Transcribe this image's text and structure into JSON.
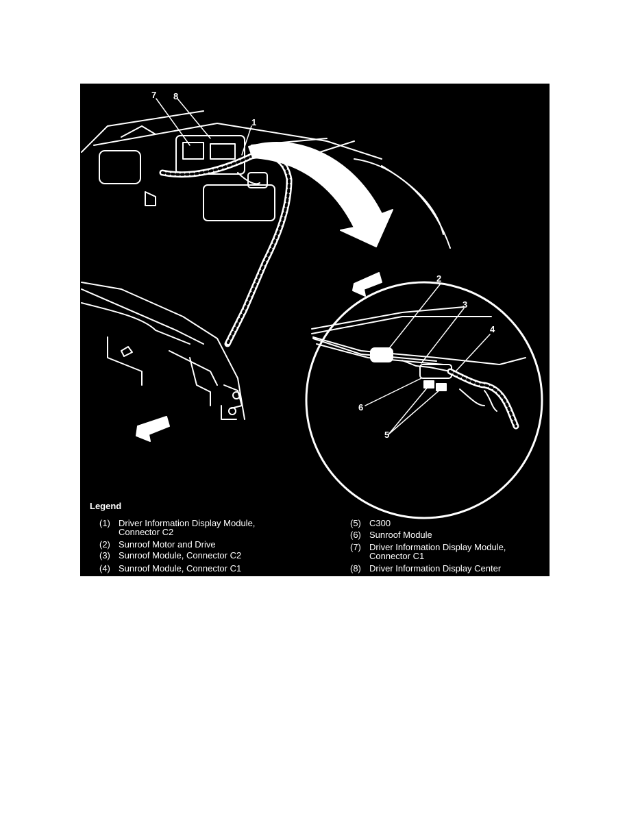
{
  "colors": {
    "page": "#ffffff",
    "figure_background": "#000000",
    "ink": "#ffffff"
  },
  "callouts": [
    "1",
    "2",
    "3",
    "4",
    "5",
    "6",
    "7",
    "8"
  ],
  "legend": {
    "title": "Legend",
    "items": [
      {
        "num": "(1)",
        "line1": "Driver Information Display Module,",
        "line2": "Connector C2"
      },
      {
        "num": "(2)",
        "line1": "Sunroof Motor and Drive",
        "line2": ""
      },
      {
        "num": "(3)",
        "line1": "Sunroof Module, Connector C2",
        "line2": ""
      },
      {
        "num": "(4)",
        "line1": "Sunroof Module, Connector C1",
        "line2": ""
      },
      {
        "num": "(5)",
        "line1": "C300",
        "line2": ""
      },
      {
        "num": "(6)",
        "line1": "Sunroof Module",
        "line2": ""
      },
      {
        "num": "(7)",
        "line1": "Driver Information Display Module,",
        "line2": "Connector C1"
      },
      {
        "num": "(8)",
        "line1": "Driver Information Display Center",
        "line2": ""
      }
    ]
  }
}
